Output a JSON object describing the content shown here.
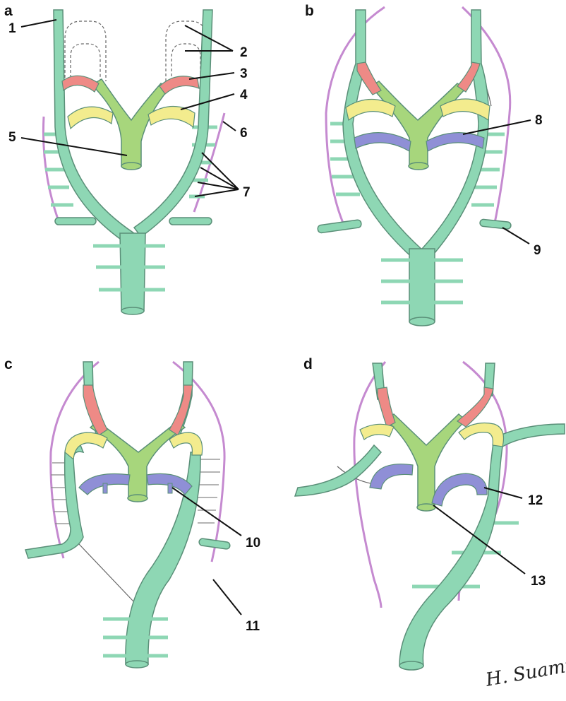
{
  "panels": [
    {
      "letter": "a"
    },
    {
      "letter": "b"
    },
    {
      "letter": "c"
    },
    {
      "letter": "d"
    }
  ],
  "labels": [
    "1",
    "2",
    "3",
    "4",
    "5",
    "6",
    "7",
    "8",
    "9",
    "10",
    "11",
    "12",
    "13"
  ],
  "signature": "H. Suami",
  "colors": {
    "vessel": "#8ed7b4",
    "vessel_outline": "#5a8f78",
    "aortic_sac": "#a7d67c",
    "arch_red": "#ee8a86",
    "arch_yellow": "#f3ec8e",
    "arch_blue": "#8f8fd6",
    "vein": "#c58ad0",
    "background": "#ffffff"
  }
}
